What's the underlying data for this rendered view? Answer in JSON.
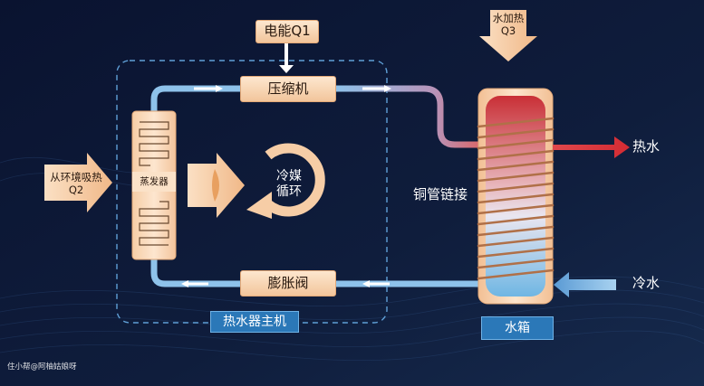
{
  "labels": {
    "electric_energy": "电能Q1",
    "water_heating_line1": "水加热",
    "water_heating_line2": "Q3",
    "compressor": "压缩机",
    "ambient_line1": "从环境吸热",
    "ambient_line2": "Q2",
    "evaporator": "蒸发器",
    "refrigerant_line1": "冷媒",
    "refrigerant_line2": "循环",
    "copper_pipe": "铜管链接",
    "hot_water": "热水",
    "cold_water": "冷水",
    "expansion_valve": "膨胀阀",
    "main_unit": "热水器主机",
    "water_tank": "水箱",
    "watermark": "住小帮@阿柚姑娘呀"
  },
  "colors": {
    "background": "#0c1530",
    "hot": "#d8333a",
    "cold": "#8ec2ea",
    "box": "#f6d3b0",
    "tag": "#2b78b8"
  }
}
